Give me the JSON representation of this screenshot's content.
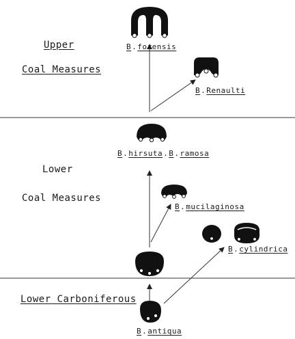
{
  "eras": {
    "upper_line1": "Upper",
    "upper_line2": "Coal Measures",
    "lower_line1": "Lower",
    "lower_line2": "Coal Measures",
    "lower_carb": "Lower Carboniferous"
  },
  "species": {
    "forensis": {
      "genus": "B",
      "name": "forensis"
    },
    "renaulti": {
      "genus": "B",
      "name": "Renaulti"
    },
    "hirsuta": {
      "genus": "B",
      "name": "hirsuta"
    },
    "ramosa": {
      "genus": "B",
      "name": "ramosa"
    },
    "mucilaginosa": {
      "genus": "B",
      "name": "mucilaginosa"
    },
    "cylindrica": {
      "genus": "B",
      "name": "cylindrica"
    },
    "antiqua": {
      "genus": "B",
      "name": "antiqua"
    }
  },
  "colors": {
    "ink": "#111111",
    "line": "#333333",
    "background": "#ffffff"
  }
}
